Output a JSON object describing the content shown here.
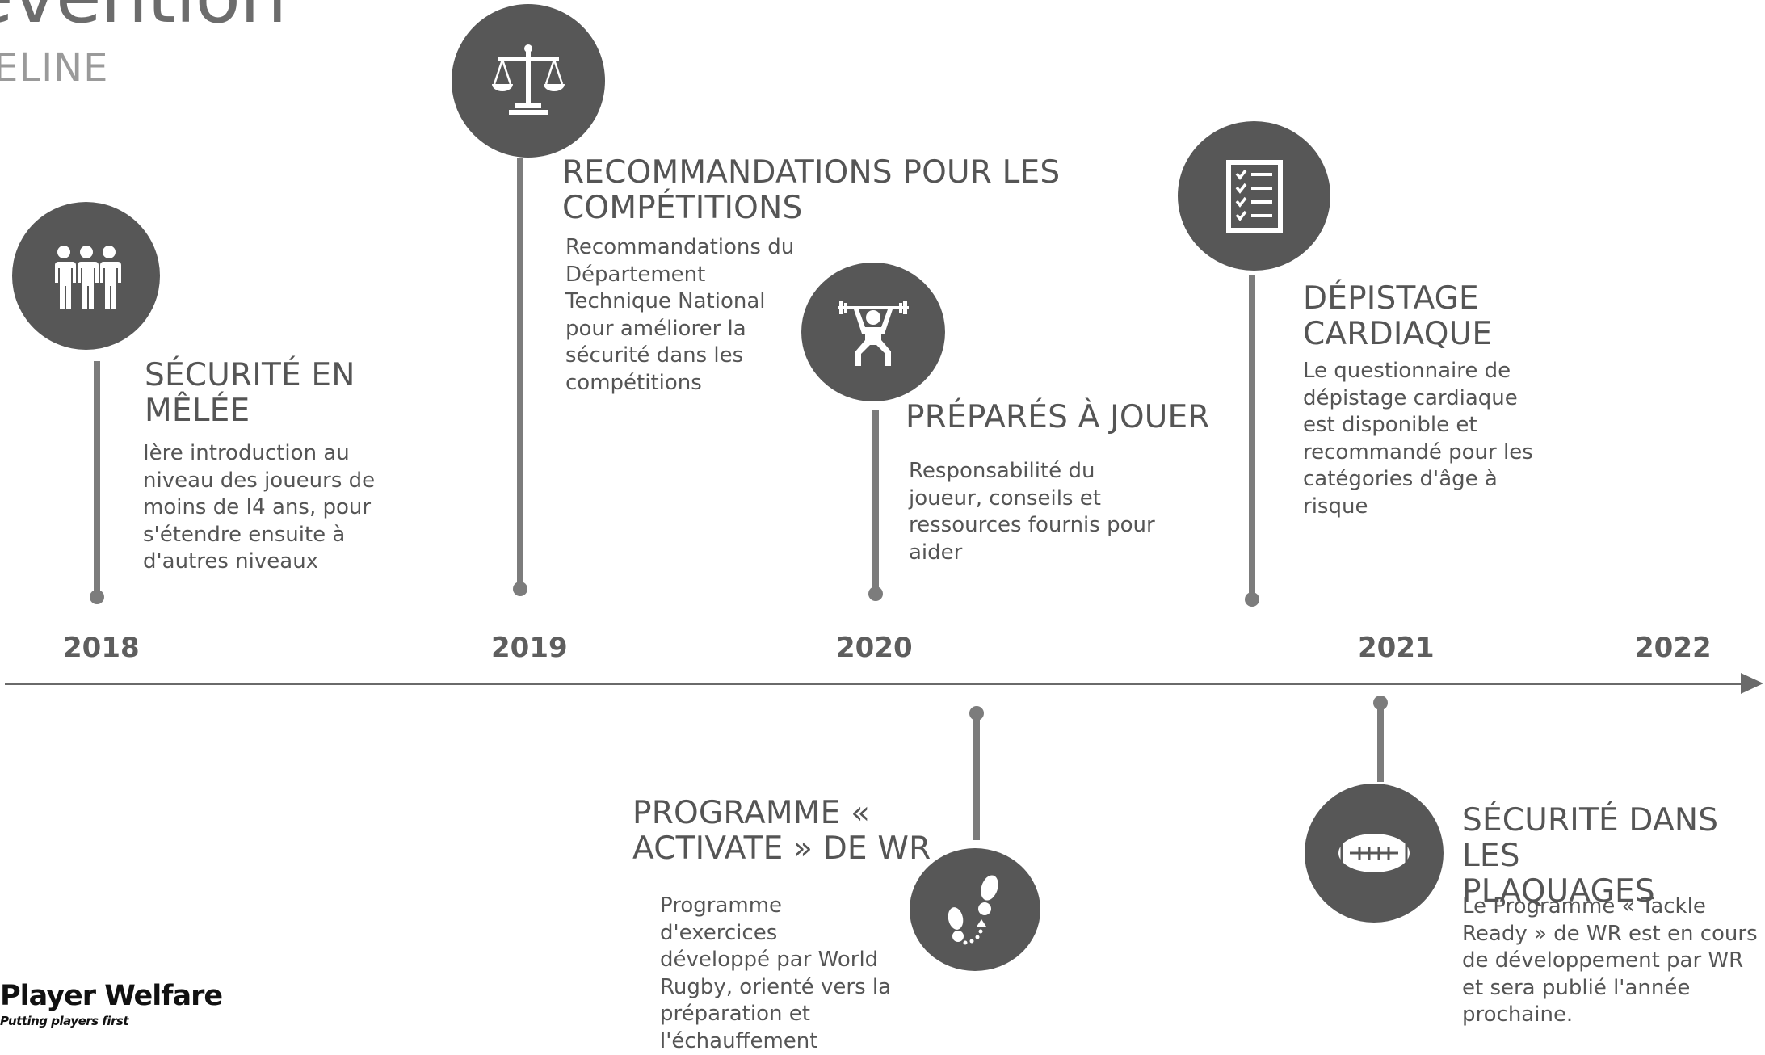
{
  "header": {
    "title": "evention",
    "subtitle": "ELINE"
  },
  "axis": {
    "years": [
      "2018",
      "2019",
      "2020",
      "2021",
      "2022"
    ]
  },
  "events": [
    {
      "id": "melee",
      "year": "2018",
      "icon": "group-of-people-icon",
      "title": "SÉCURITÉ EN MÊLÉE",
      "title_lines": [
        "SÉCURITÉ EN",
        "MÊLÉE"
      ],
      "desc_lines": [
        "Ière introduction au",
        "niveau des joueurs de",
        "moins de I4 ans, pour",
        "s'étendre ensuite à",
        "d'autres niveaux"
      ]
    },
    {
      "id": "competitions",
      "year": "2019",
      "icon": "scales-of-justice-icon",
      "title": "RECOMMANDATIONS POUR LES COMPÉTITIONS",
      "title_lines": [
        "RECOMMANDATIONS POUR LES",
        "COMPÉTITIONS"
      ],
      "desc_lines": [
        "Recommandations du",
        "Département",
        "Technique National",
        "pour améliorer la",
        "sécurité dans les",
        "compétitions"
      ]
    },
    {
      "id": "prepares",
      "year": "2020",
      "icon": "weightlifter-icon",
      "title": "PRÉPARÉS À JOUER",
      "title_lines": [
        "PRÉPARÉS À JOUER"
      ],
      "desc_lines": [
        "Responsabilité du",
        "joueur, conseils et",
        "ressources fournis pour",
        "aider"
      ]
    },
    {
      "id": "activate",
      "year": "2020",
      "icon": "footsteps-icon",
      "title": "PROGRAMME « ACTIVATE » DE WR",
      "title_lines": [
        "PROGRAMME «",
        "ACTIVATE » DE WR"
      ],
      "desc_lines": [
        "Programme",
        "d'exercices",
        "développé par World",
        "Rugby, orienté vers la",
        "préparation et",
        "l'échauffement"
      ]
    },
    {
      "id": "cardiaque",
      "year": "2021",
      "icon": "checklist-icon",
      "title": "DÉPISTAGE CARDIAQUE",
      "title_lines": [
        "DÉPISTAGE",
        "CARDIAQUE"
      ],
      "desc_lines": [
        "Le questionnaire de",
        "dépistage cardiaque",
        "est disponible et",
        "recommandé pour les",
        "catégories d'âge à",
        "risque"
      ]
    },
    {
      "id": "plaquages",
      "year": "2021",
      "icon": "rugby-ball-icon",
      "title": "SÉCURITÉ DANS LES PLAQUAGES",
      "title_lines": [
        "SÉCURITÉ DANS LES",
        "PLAQUAGES"
      ],
      "desc_lines": [
        "Le Programme « Tackle",
        "Ready » de WR est en cours",
        "de développement par WR",
        "et sera publié l'année",
        "prochaine."
      ]
    }
  ],
  "logo": {
    "name": "Player Welfare",
    "tagline": "Putting players first"
  },
  "colors": {
    "circle": "#575757",
    "stem": "#7c7c7c",
    "axis": "#6a6a6a",
    "text": "#555555"
  }
}
